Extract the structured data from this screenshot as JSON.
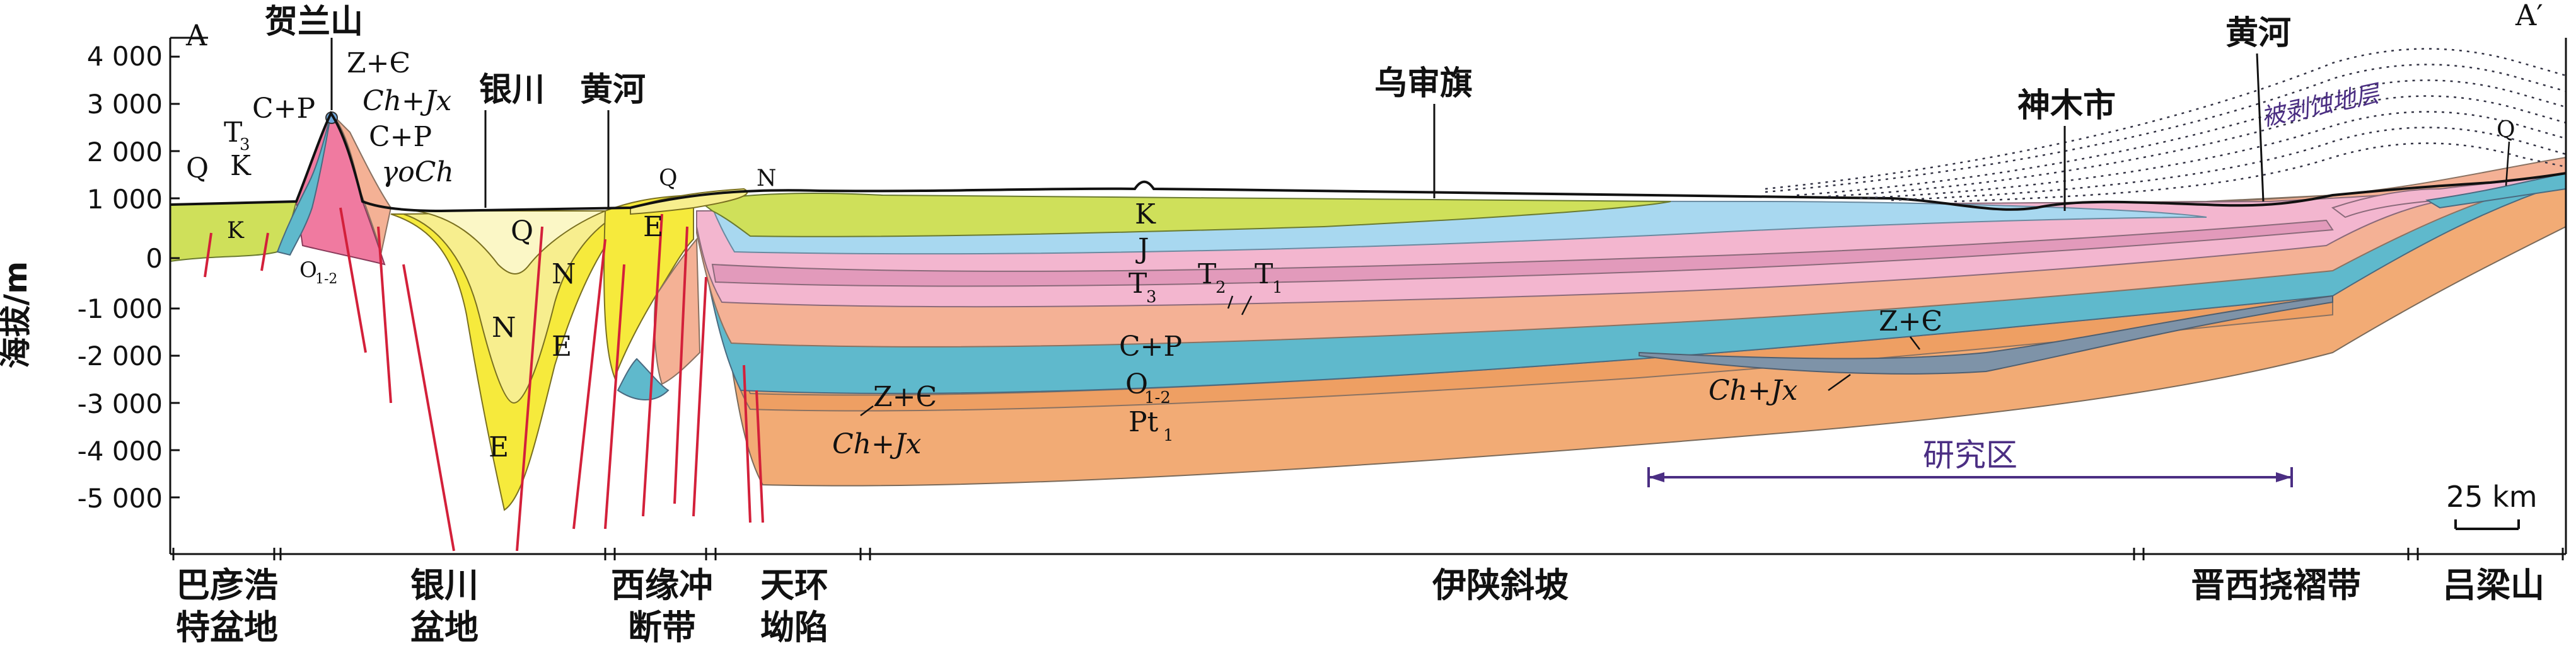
{
  "corners": {
    "left": "A",
    "right": "A′"
  },
  "y_axis": {
    "label": "海拔/m",
    "ticks": [
      "4 000",
      "3 000",
      "2 000",
      "1 000",
      "0",
      "-1 000",
      "-2 000",
      "-3 000",
      "-4 000",
      "-5 000"
    ]
  },
  "place_labels": {
    "helan": "贺兰山",
    "yinchuan": "银川",
    "huanghe_left": "黄河",
    "wushen": "乌审旗",
    "shenmu": "神木市",
    "huanghe_right": "黄河",
    "eroded": "被剥蚀地层"
  },
  "strata_labels": {
    "zc_top": "Z+Є",
    "chjx_top": "Ch+Jx",
    "cp_top2": "C+P",
    "yoch": "γoCh",
    "cp_left": "C+P",
    "t_left": "T",
    "t_left_sub": "3",
    "k_left": "K",
    "q_left": "Q",
    "k_low": "K",
    "o12_left": "O",
    "o12_left_sub": "1-2",
    "q_basin": "Q",
    "n_basin": "N",
    "n_basin2": "N",
    "e_basin2": "E",
    "e_basin": "E",
    "q_small": "Q",
    "n_small": "N",
    "e_thrust": "E",
    "k_main": "K",
    "j_main": "J",
    "t3_main": "T",
    "t3_sub": "3",
    "t2_main": "T",
    "t2_sub": "2",
    "t1_main": "T",
    "t1_sub": "1",
    "cp_main": "C+P",
    "o12_main": "O",
    "o12_main_sub": "1-2",
    "pt1_main": "Pt",
    "pt1_sub": "1",
    "zc_main": "Z+Є",
    "chjx_main": "Ch+Jx",
    "zc_right": "Z+Є",
    "chjx_right": "Ch+Jx",
    "q_right": "Q"
  },
  "study_area": "研究区",
  "scale_bar": "25 km",
  "units": [
    {
      "line1": "巴彦浩",
      "line2": "特盆地"
    },
    {
      "line1": "银川",
      "line2": "盆地"
    },
    {
      "line1": "西缘冲",
      "line2": "断带"
    },
    {
      "line1": "天环",
      "line2": "坳陷"
    },
    {
      "line1": "伊陕斜坡",
      "line2": ""
    },
    {
      "line1": "晋西挠褶带",
      "line2": ""
    },
    {
      "line1": "吕梁山",
      "line2": ""
    }
  ],
  "colors": {
    "K": "#cfe05a",
    "J": "#a8d8f0",
    "T": "#f3b6cf",
    "T_dark": "#e29abb",
    "CP": "#f4b195",
    "O": "#5fb9cc",
    "Pt": "#f2ab75",
    "Q": "#fbf7c6",
    "N": "#f7ee8e",
    "E": "#f6ea3c",
    "fault": "#d3203a",
    "study": "#4b2e83"
  }
}
